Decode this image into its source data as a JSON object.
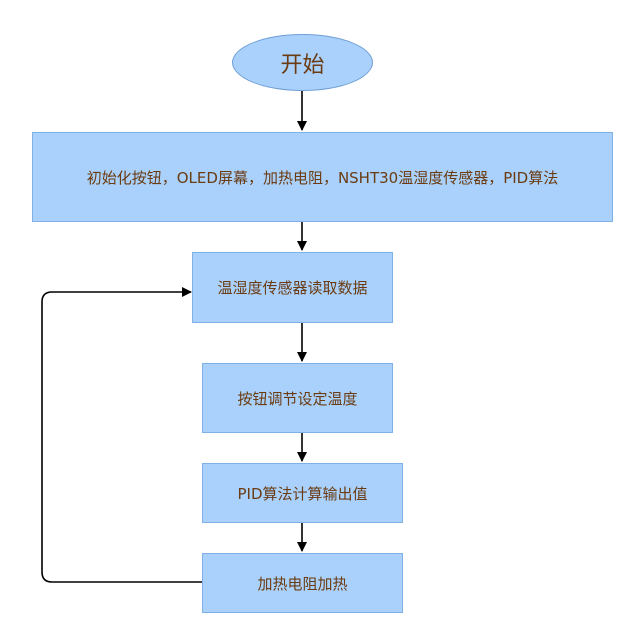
{
  "diagram": {
    "start": "开始",
    "init": "初始化按钮，OLED屏幕，加热电阻，NSHT30温湿度传感器，PID算法",
    "read_sensor": "温湿度传感器读取数据",
    "set_temp": "按钮调节设定温度",
    "pid": "PID算法计算输出值",
    "heat": "加热电阻加热"
  }
}
